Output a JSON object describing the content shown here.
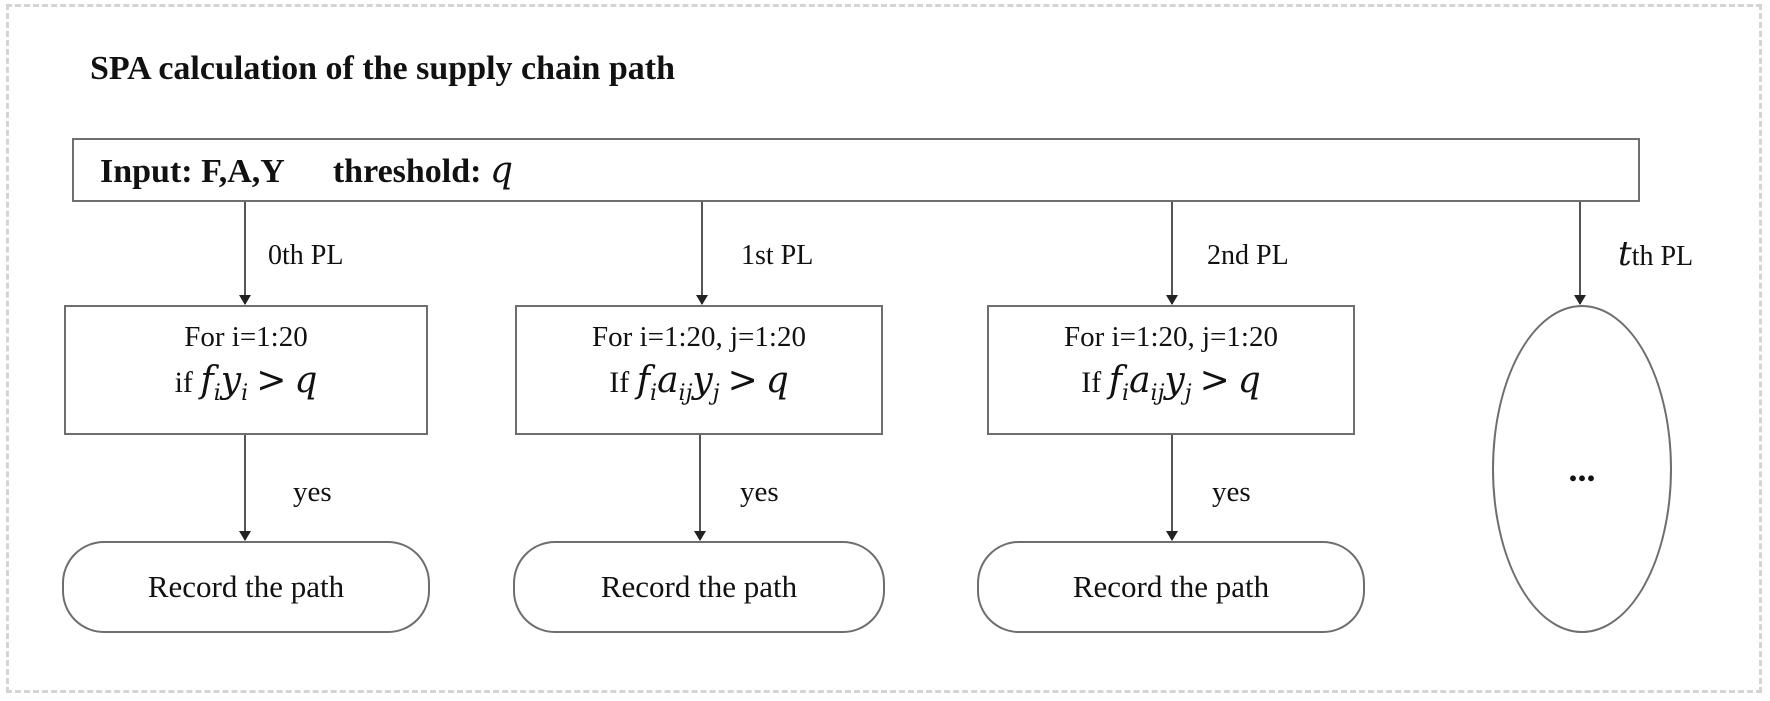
{
  "title": "SPA calculation of the supply chain path",
  "input": {
    "label": "Input: F,A,Y",
    "threshold_label": "threshold:",
    "threshold_symbol": "q"
  },
  "branches": [
    {
      "label": "0th PL",
      "loop": "For i=1:20",
      "cond_prefix": "if",
      "cond_expr": [
        "f",
        "i",
        "y",
        "i"
      ],
      "yes": "yes",
      "record": "Record the path"
    },
    {
      "label": "1st PL",
      "loop": "For i=1:20, j=1:20",
      "cond_prefix": "If",
      "yes": "yes",
      "record": "Record the path"
    },
    {
      "label": "2nd PL",
      "loop": "For i=1:20, j=1:20",
      "cond_prefix": "If",
      "yes": "yes",
      "record": "Record the path"
    },
    {
      "label_symbol": "t",
      "label_suffix": "th PL",
      "content": "..."
    }
  ]
}
